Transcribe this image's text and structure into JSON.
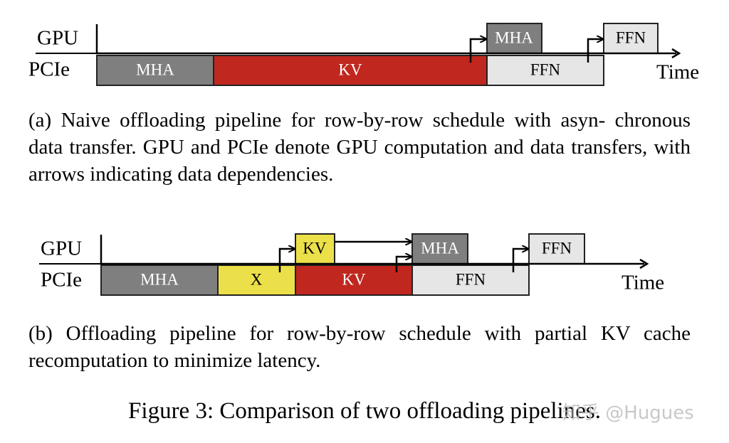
{
  "diagram_a": {
    "row_labels": [
      "GPU",
      "PCIe"
    ],
    "time_label": "Time",
    "blocks": [
      {
        "id": "a-pcie-mha",
        "row": "PCIe",
        "label": "MHA",
        "color": "#7f7f7f",
        "text_color": "#ffffff"
      },
      {
        "id": "a-pcie-kv",
        "row": "PCIe",
        "label": "KV",
        "color": "#c0271e",
        "text_color": "#ffffff"
      },
      {
        "id": "a-pcie-ffn",
        "row": "PCIe",
        "label": "FFN",
        "color": "#e6e6e6",
        "text_color": "#000000"
      },
      {
        "id": "a-gpu-mha",
        "row": "GPU",
        "label": "MHA",
        "color": "#7f7f7f",
        "text_color": "#ffffff"
      },
      {
        "id": "a-gpu-ffn",
        "row": "GPU",
        "label": "FFN",
        "color": "#e6e6e6",
        "text_color": "#000000"
      }
    ],
    "caption": "(a) Naive offloading pipeline for row-by-row schedule with asyn- chronous data transfer. GPU and PCIe denote GPU computation and data transfers, with arrows indicating data dependencies."
  },
  "diagram_b": {
    "row_labels": [
      "GPU",
      "PCIe"
    ],
    "time_label": "Time",
    "blocks": [
      {
        "id": "b-pcie-mha",
        "row": "PCIe",
        "label": "MHA",
        "color": "#7f7f7f",
        "text_color": "#ffffff"
      },
      {
        "id": "b-pcie-x",
        "row": "PCIe",
        "label": "X",
        "color": "#ece04a",
        "text_color": "#000000"
      },
      {
        "id": "b-pcie-kv",
        "row": "PCIe",
        "label": "KV",
        "color": "#c0271e",
        "text_color": "#ffffff"
      },
      {
        "id": "b-pcie-ffn",
        "row": "PCIe",
        "label": "FFN",
        "color": "#e6e6e6",
        "text_color": "#000000"
      },
      {
        "id": "b-gpu-kv",
        "row": "GPU",
        "label": "KV",
        "color": "#ece04a",
        "text_color": "#000000"
      },
      {
        "id": "b-gpu-mha",
        "row": "GPU",
        "label": "MHA",
        "color": "#7f7f7f",
        "text_color": "#ffffff"
      },
      {
        "id": "b-gpu-ffn",
        "row": "GPU",
        "label": "FFN",
        "color": "#e6e6e6",
        "text_color": "#000000"
      }
    ],
    "caption": "(b) Offloading pipeline for row-by-row schedule with partial KV cache recomputation to minimize latency."
  },
  "figure_caption": "Figure 3: Comparison of two offloading pipelines.",
  "watermark": "知乎 @Hugues"
}
